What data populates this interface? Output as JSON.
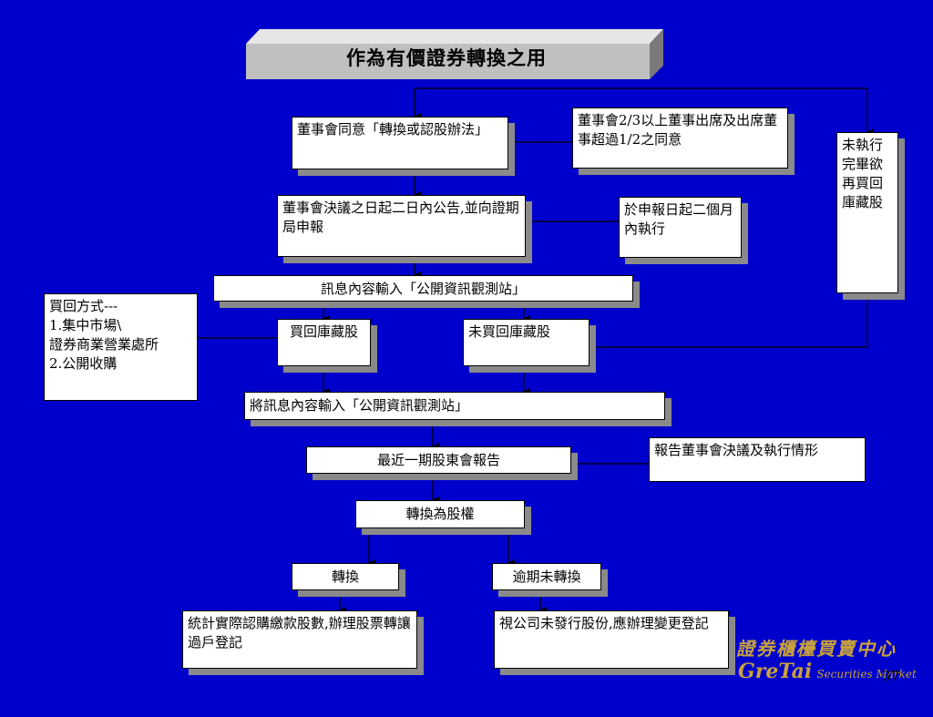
{
  "title": "作為有價證券轉換之用",
  "boxes": {
    "board_consent": "董事會同意「轉換或認股辦法」",
    "board_quorum": "董事會2/3以上董事出席及出席董事超過1/2之同意",
    "announce": "董事會決議之日起二日內公告,並向證期局申報",
    "execute": "於申報日起二個月內執行",
    "input1": "訊息內容輸入「公開資訊觀測站」",
    "methods": "買回方式---\n1.集中市場\\\n證券商業營業處所\n2.公開收購",
    "bought": "買回庫藏股",
    "not_bought": "未買回庫藏股",
    "not_done": "未執行完畢欲再買回庫藏股",
    "input2": "將訊息內容輸入「公開資訊觀測站」",
    "report": "最近一期股東會報告",
    "report_board": "報告董事會決議及執行情形",
    "convert_rights": "轉換為股權",
    "converted": "轉換",
    "overdue": "逾期未轉換",
    "stats": "統計實際認購繳款股數,辦理股票轉讓過戶登記",
    "cancel": "視公司未發行股份,應辦理變更登記"
  },
  "logo": {
    "cn": "證券櫃檯買賣中心",
    "en_big": "GreTai",
    "en_small": "Securities Market"
  },
  "page_number": "37",
  "colors": {
    "background": "#0000cc",
    "logo": "#c8a23c",
    "box_shadow": "#8a8a8a"
  }
}
